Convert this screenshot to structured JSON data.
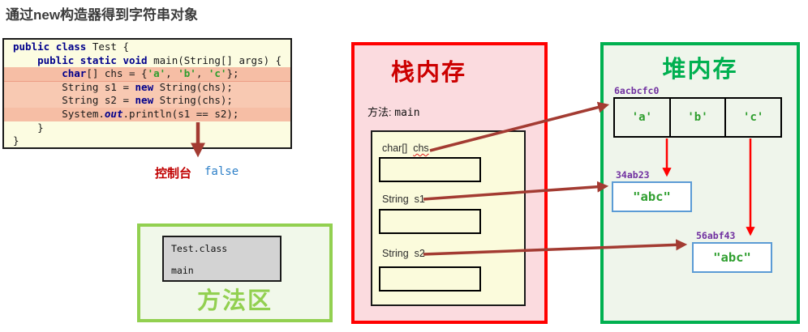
{
  "page_title": "通过new构造器得到字符串对象",
  "code": {
    "lines": [
      {
        "hl": "none",
        "segs": [
          {
            "c": "kw",
            "t": "public"
          },
          {
            "c": "p",
            "t": " "
          },
          {
            "c": "kw",
            "t": "class"
          },
          {
            "c": "p",
            "t": " Test {"
          }
        ]
      },
      {
        "hl": "none",
        "segs": [
          {
            "c": "p",
            "t": "    "
          },
          {
            "c": "kw",
            "t": "public"
          },
          {
            "c": "p",
            "t": " "
          },
          {
            "c": "kw",
            "t": "static"
          },
          {
            "c": "p",
            "t": " "
          },
          {
            "c": "kw",
            "t": "void"
          },
          {
            "c": "p",
            "t": " main(String[] args) {"
          }
        ]
      },
      {
        "hl": "dark",
        "segs": [
          {
            "c": "p",
            "t": "        "
          },
          {
            "c": "kw",
            "t": "char"
          },
          {
            "c": "p",
            "t": "[] chs = {"
          },
          {
            "c": "str",
            "t": "'a'"
          },
          {
            "c": "p",
            "t": ", "
          },
          {
            "c": "str",
            "t": "'b'"
          },
          {
            "c": "p",
            "t": ", "
          },
          {
            "c": "str",
            "t": "'c'"
          },
          {
            "c": "p",
            "t": "};"
          }
        ]
      },
      {
        "hl": "light",
        "segs": [
          {
            "c": "p",
            "t": "        String s1 = "
          },
          {
            "c": "kw",
            "t": "new"
          },
          {
            "c": "p",
            "t": " String(chs);"
          }
        ]
      },
      {
        "hl": "light",
        "segs": [
          {
            "c": "p",
            "t": "        String s2 = "
          },
          {
            "c": "kw",
            "t": "new"
          },
          {
            "c": "p",
            "t": " String(chs);"
          }
        ]
      },
      {
        "hl": "dark",
        "segs": [
          {
            "c": "p",
            "t": "        System."
          },
          {
            "c": "out",
            "t": "out"
          },
          {
            "c": "p",
            "t": ".println(s1 == s2);"
          }
        ]
      },
      {
        "hl": "none",
        "segs": [
          {
            "c": "p",
            "t": "    }"
          }
        ]
      },
      {
        "hl": "none",
        "segs": [
          {
            "c": "p",
            "t": "}"
          }
        ]
      }
    ]
  },
  "console": {
    "label": "控制台",
    "value": "false"
  },
  "method_area": {
    "title": "方法区",
    "entries": [
      "Test.class",
      "main"
    ]
  },
  "stack": {
    "title": "栈内存",
    "method_label": "方法:",
    "method_name": "main",
    "slots": [
      {
        "type": "char[]",
        "name": "chs"
      },
      {
        "type": "String",
        "name": "s1"
      },
      {
        "type": "String",
        "name": "s2"
      }
    ]
  },
  "heap": {
    "title": "堆内存",
    "array": {
      "address": "6acbcfc0",
      "cells": [
        "'a'",
        "'b'",
        "'c'"
      ]
    },
    "objects": [
      {
        "address": "34ab23",
        "value": "\"abc\""
      },
      {
        "address": "56abf43",
        "value": "\"abc\""
      }
    ]
  },
  "colors": {
    "stack_border": "#FF0000",
    "stack_bg": "#FBDBDF",
    "stack_title": "#CC0000",
    "heap_border": "#00B050",
    "heap_bg": "#EFF5EB",
    "heap_title": "#00B050",
    "method_green": "#92D050",
    "arrow_dark_red": "#A33B32",
    "arrow_red": "#FF0000",
    "address_purple": "#7030A0",
    "literal_green": "#2E9E2E",
    "keyword_navy": "#00008B",
    "object_border_blue": "#5B9BD5",
    "code_bg": "#FCFCE1",
    "highlight_dark": "#F6BEA5",
    "highlight_light": "#F8C9B2",
    "console_red": "#C00000",
    "console_blue": "#2E80C8"
  }
}
